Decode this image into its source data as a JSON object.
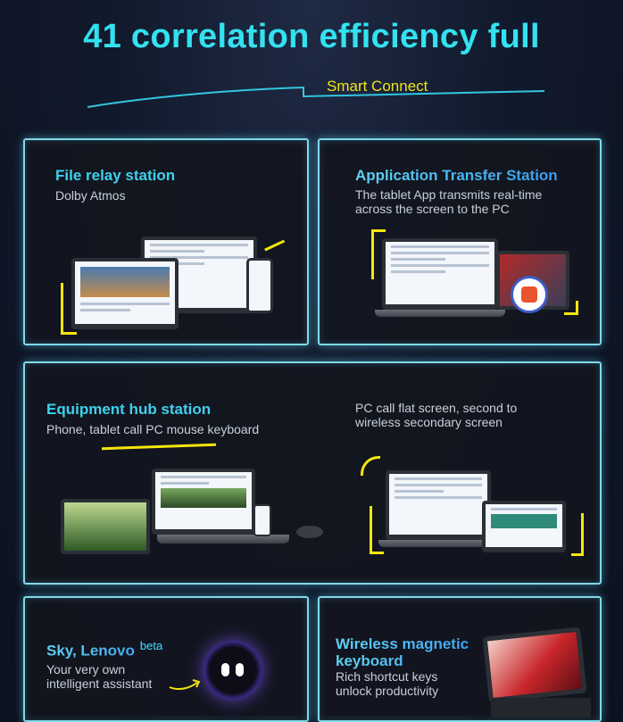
{
  "header": {
    "title": "41 correlation efficiency full",
    "subtitle": "Smart Connect"
  },
  "cards": {
    "file_relay": {
      "title": "File relay station",
      "desc": "Dolby Atmos"
    },
    "app_transfer": {
      "title": "Application Transfer Station",
      "desc": "The tablet App transmits real-time across the screen to the PC"
    },
    "hub": {
      "title": "Equipment hub station",
      "desc": "Phone, tablet call PC mouse keyboard"
    },
    "pc_call": {
      "desc": "PC call flat screen, second to wireless secondary screen"
    },
    "lenovo": {
      "title": "Sky, Lenovo",
      "badge": "beta",
      "desc": "Your very own intelligent assistant"
    },
    "keyboard": {
      "title": "Wireless magnetic keyboard",
      "desc": "Rich shortcut keys unlock productivity"
    }
  },
  "colors": {
    "title": "#33e1f0",
    "accent_yellow": "#f5e60c",
    "card_border": "#7fd8e8",
    "card_title": "#3fd0ee"
  },
  "icons": {
    "app_icon": "app-badge-icon",
    "assistant": "ai-assistant-orb-icon"
  }
}
